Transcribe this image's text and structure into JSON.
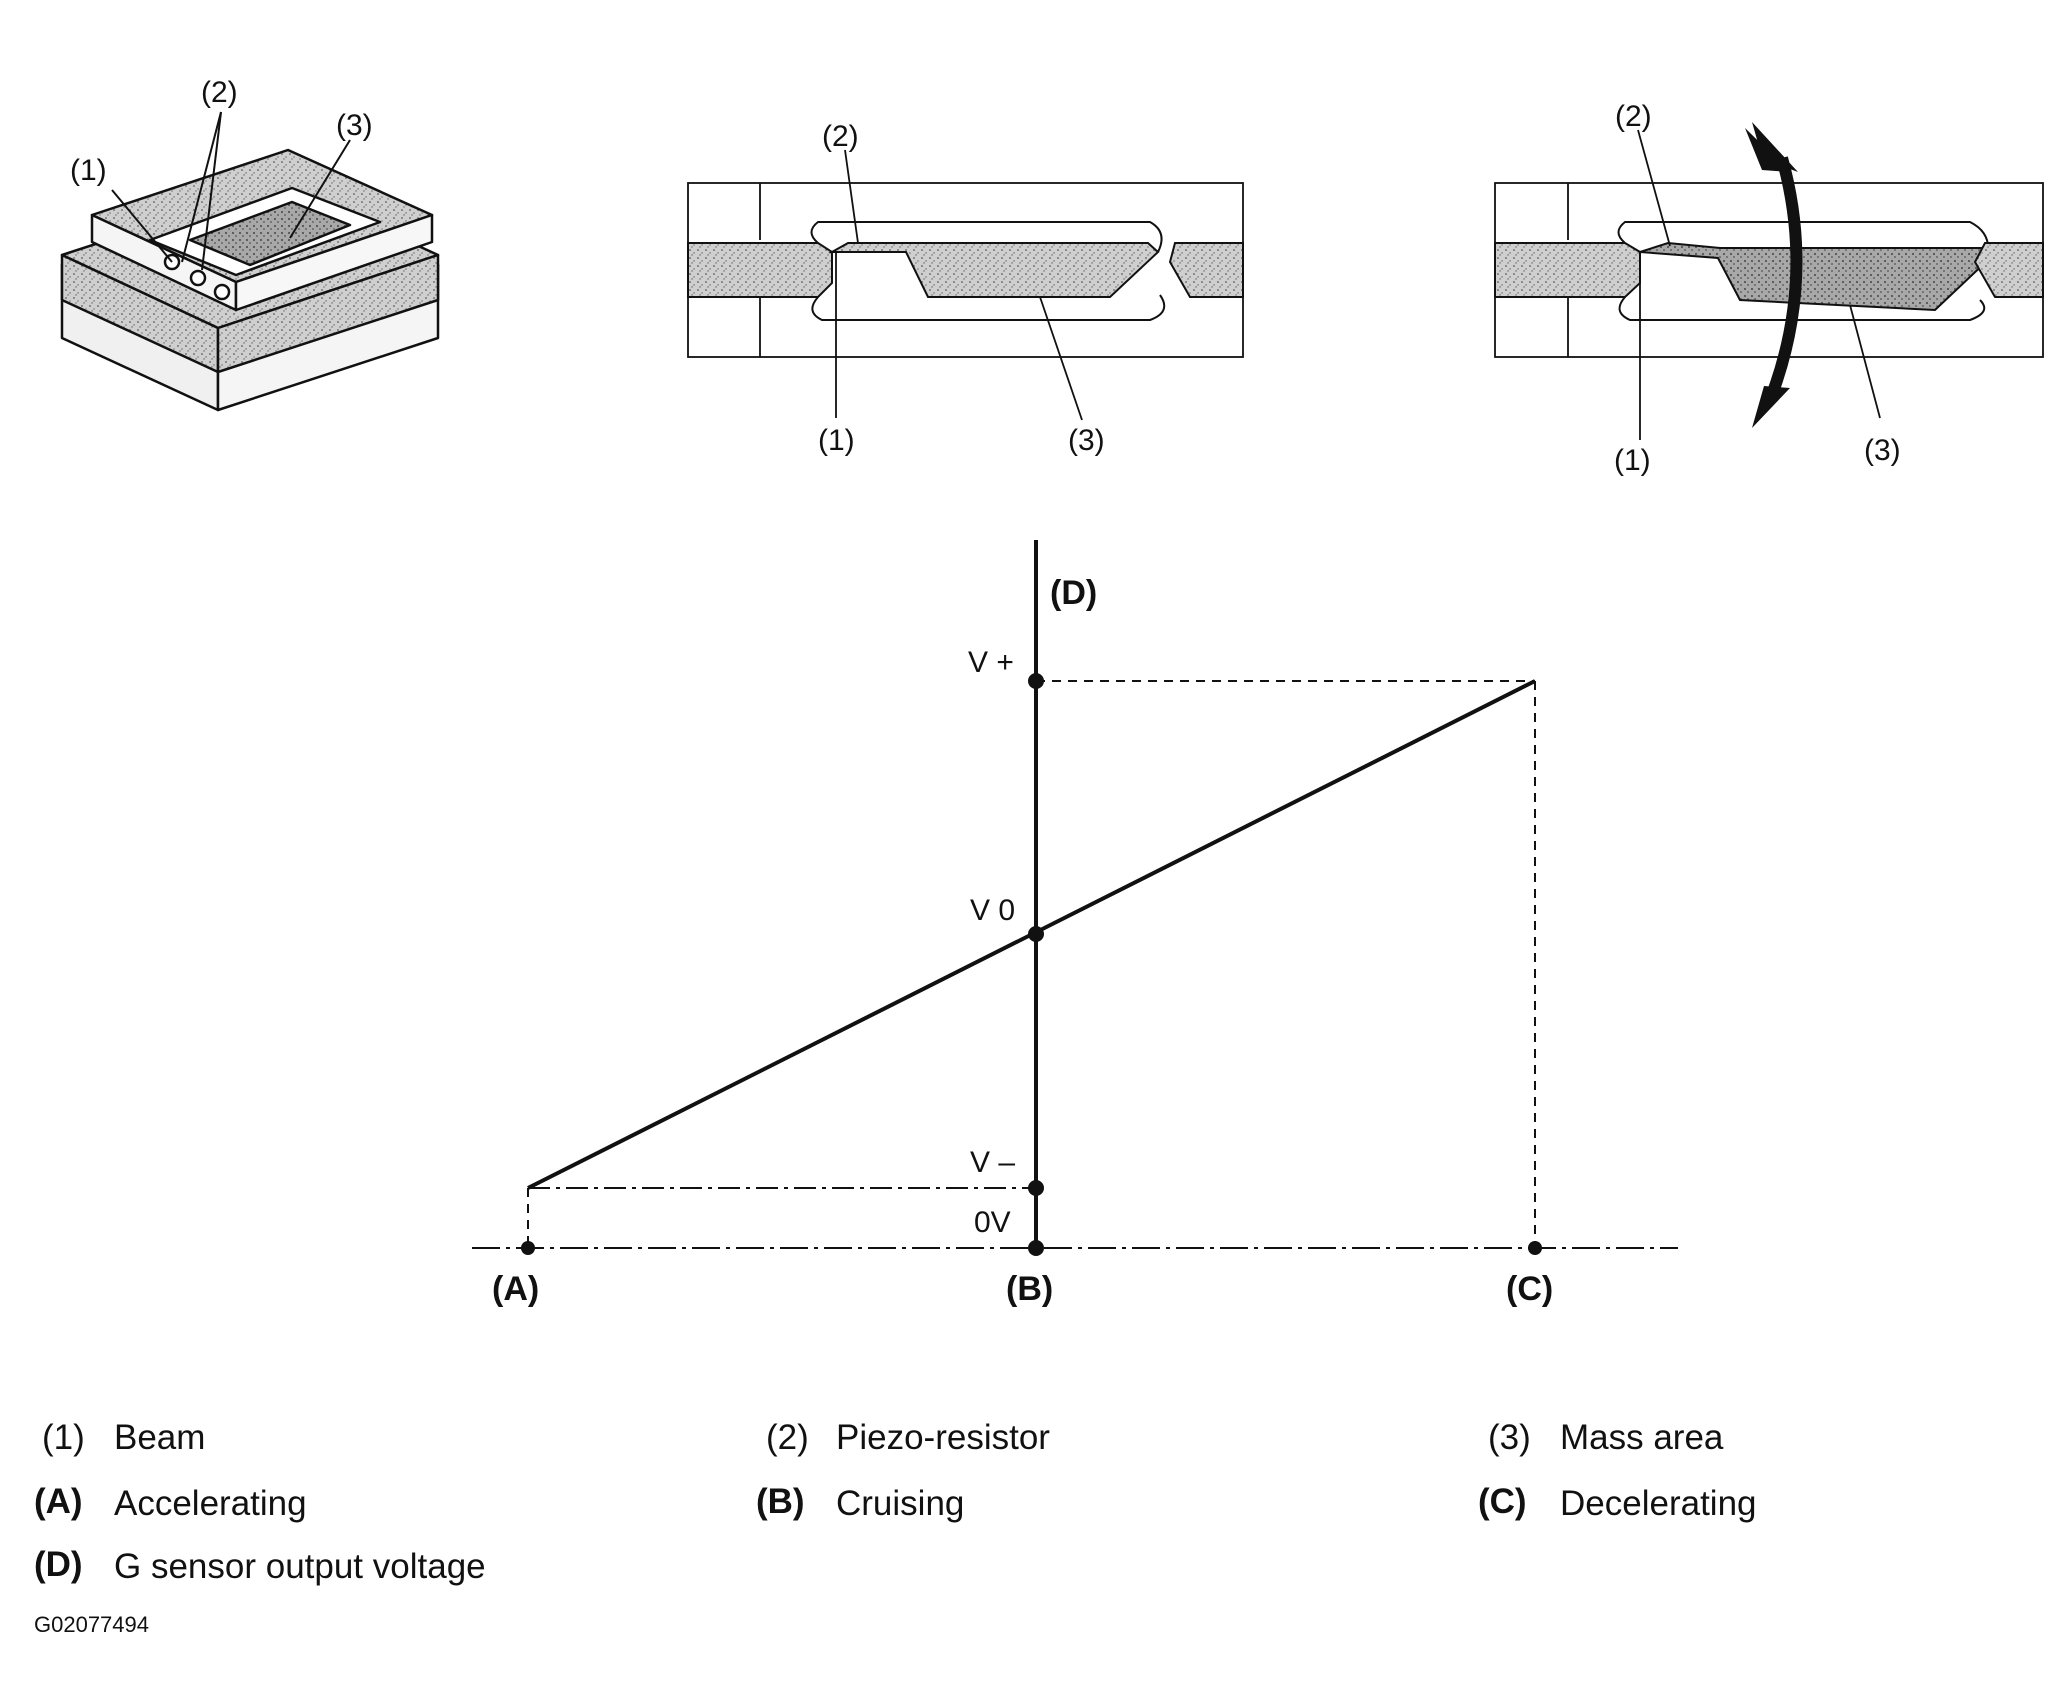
{
  "callouts": {
    "c1": "(1)",
    "c2": "(2)",
    "c3": "(3)"
  },
  "graph": {
    "y_axis_label": "(D)",
    "levels": {
      "v_plus": "V +",
      "v_zero": "V 0",
      "v_minus": "V –",
      "zero_volt": "0V"
    },
    "x_points": {
      "a": "(A)",
      "b": "(B)",
      "c": "(C)"
    }
  },
  "legend": [
    {
      "key": "(1)",
      "text": "Beam"
    },
    {
      "key": "(2)",
      "text": "Piezo-resistor"
    },
    {
      "key": "(3)",
      "text": "Mass area"
    },
    {
      "key": "(A)",
      "text": "Accelerating"
    },
    {
      "key": "(B)",
      "text": "Cruising"
    },
    {
      "key": "(C)",
      "text": "Decelerating"
    },
    {
      "key": "(D)",
      "text": "G sensor output voltage"
    }
  ],
  "figure_id": "G02077494",
  "colors": {
    "ink": "#111111",
    "fill": "#bdbdbd",
    "background": "#ffffff"
  }
}
